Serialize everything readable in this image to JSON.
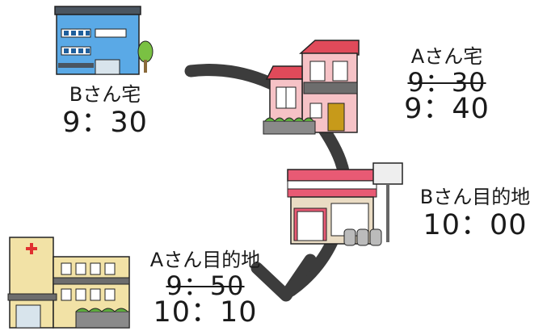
{
  "locations": {
    "b_home": {
      "name": "Bさん宅",
      "time": "9：30"
    },
    "a_home": {
      "name": "Aさん宅",
      "old_time": "9：30",
      "new_time": "9：40"
    },
    "b_destination": {
      "name": "Bさん目的地",
      "time": "10：00"
    },
    "a_destination": {
      "name": "Aさん目的地",
      "old_time": "9：50",
      "new_time": "10：10"
    }
  },
  "icons": {
    "b_home": "apartment-building-icon",
    "a_home": "house-icon",
    "b_destination": "convenience-store-icon",
    "a_destination": "hospital-icon"
  },
  "colors": {
    "route": "#3c3c3c"
  }
}
